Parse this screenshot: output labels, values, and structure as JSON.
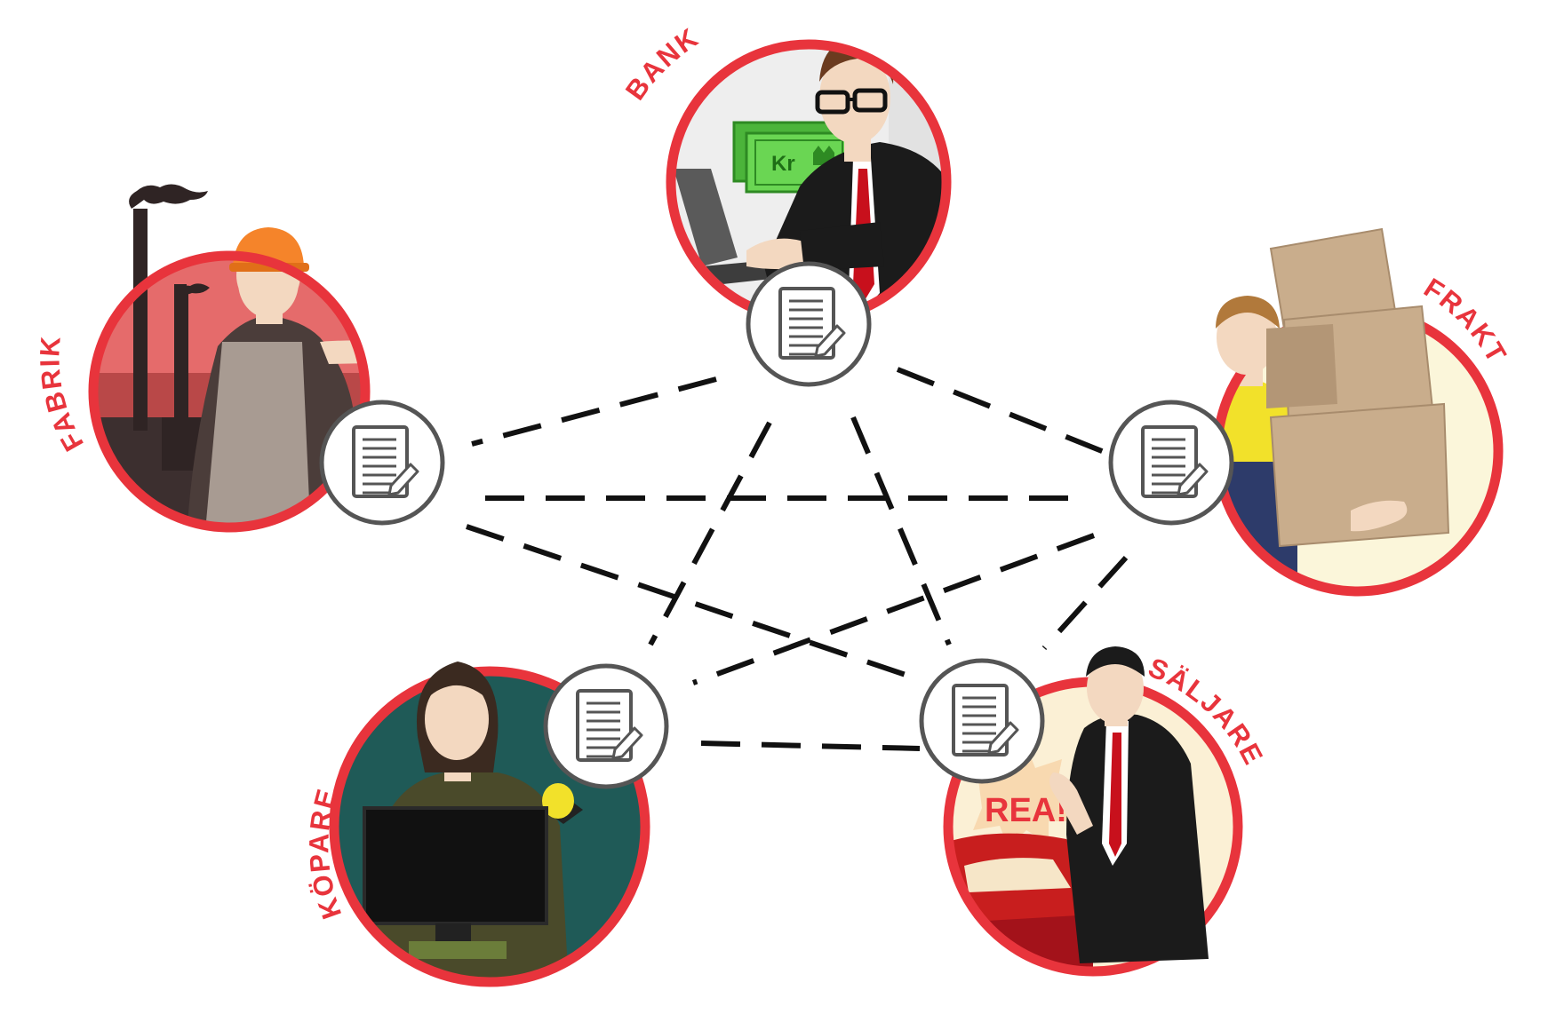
{
  "roles": {
    "bank": {
      "label": "BANK"
    },
    "factory": {
      "label": "FABRIK"
    },
    "freight": {
      "label": "FRAKT"
    },
    "buyer": {
      "label": "KÖPARE"
    },
    "seller": {
      "label": "SÄLJARE"
    }
  },
  "props": {
    "banknote": {
      "text": "Kr"
    },
    "sale_sign": {
      "text": "REA!"
    }
  },
  "connections": [
    [
      "bank",
      "factory"
    ],
    [
      "bank",
      "freight"
    ],
    [
      "bank",
      "buyer"
    ],
    [
      "bank",
      "seller"
    ],
    [
      "factory",
      "freight"
    ],
    [
      "factory",
      "seller"
    ],
    [
      "freight",
      "buyer"
    ],
    [
      "freight",
      "seller"
    ],
    [
      "buyer",
      "seller"
    ]
  ],
  "colors": {
    "ring": "#e8343c",
    "label": "#e8343c",
    "line": "#111111",
    "doc_border": "#555555",
    "suit": "#1b1b1b",
    "tie": "#c8101c",
    "skin": "#f3d8c0",
    "money": "#5fd34a",
    "helmet": "#f5842a",
    "box": "#c9ad8c",
    "buyer_bg": "#1f5a57"
  },
  "icons": {
    "document": "document-with-pen-icon"
  }
}
